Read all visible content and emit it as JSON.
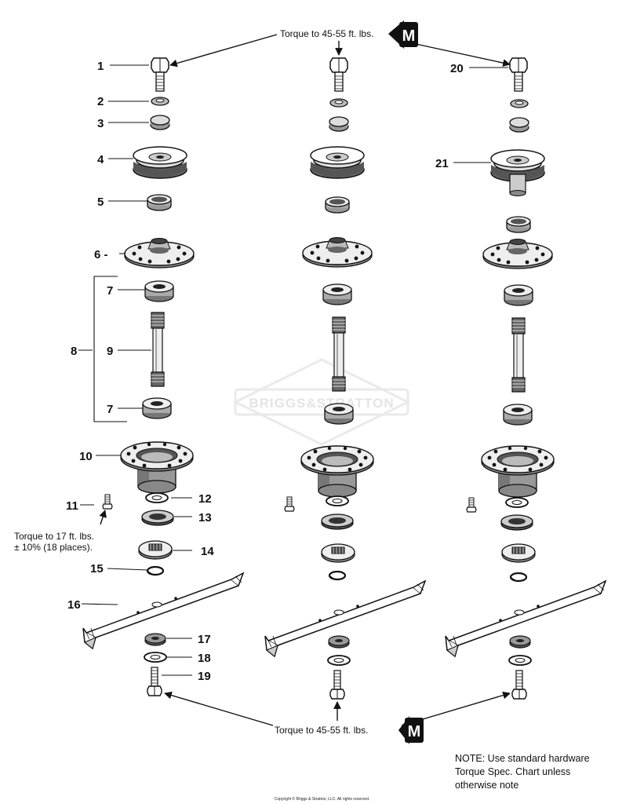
{
  "callouts": {
    "torque_top": "Torque to 45-55 ft. lbs.",
    "torque_bottom": "Torque to 45-55 ft. lbs.",
    "torque_small_line1": "Torque to 17 ft. lbs.",
    "torque_small_line2": "± 10% (18 places).",
    "m_symbol": "M"
  },
  "part_labels": [
    "1",
    "2",
    "3",
    "4",
    "5",
    "6 -",
    "7",
    "8",
    "9",
    "7",
    "10",
    "11",
    "12",
    "13",
    "14",
    "15",
    "16",
    "17",
    "18",
    "19",
    "20",
    "21"
  ],
  "note": {
    "line1": "NOTE: Use standard hardware",
    "line2": "Torque Spec. Chart unless",
    "line3": "otherwise note"
  },
  "watermark": "BRIGGS&STRATTON",
  "copyright": "Copyright © Briggs & Stratton, LLC. All rights reserved."
}
